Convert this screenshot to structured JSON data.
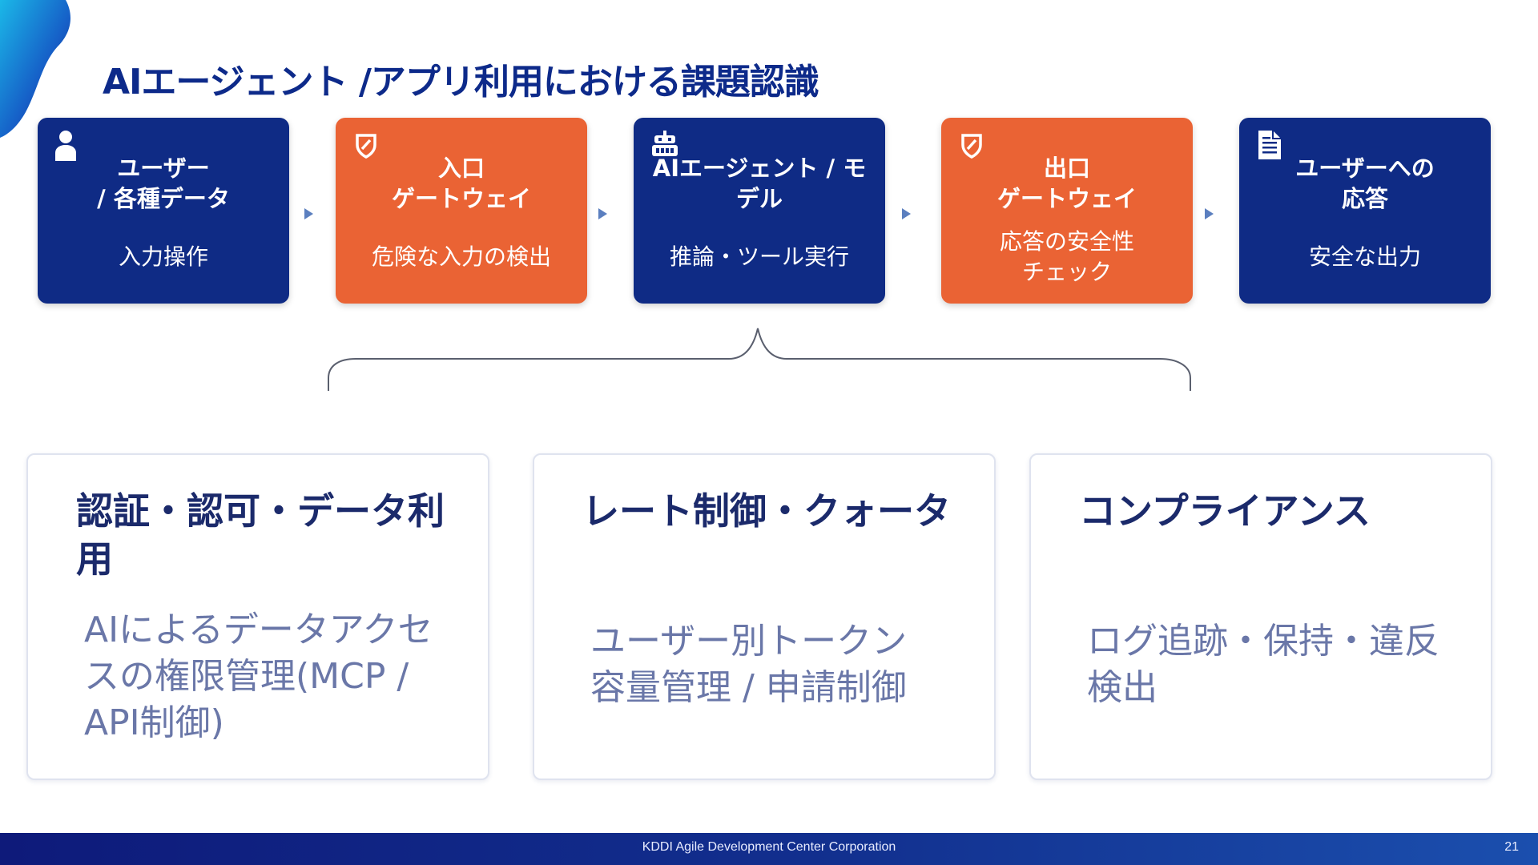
{
  "slide": {
    "title": "AIエージェント /アプリ利用における課題認識",
    "colors": {
      "navy": "#0f2b85",
      "orange": "#ea6334",
      "title": "#0d2a8a",
      "card_title": "#1b2a6b",
      "card_text": "#6a77a8"
    }
  },
  "flow": [
    {
      "icon": "user-icon",
      "title": "ユーザー\n/ 各種データ",
      "description": "入力操作",
      "color": "blue"
    },
    {
      "icon": "shield-icon",
      "title": "入口\nゲートウェイ",
      "description": "危険な入力の検出",
      "color": "orange"
    },
    {
      "icon": "robot-icon",
      "title": "AIエージェント / モ\nデル",
      "description": "推論・ツール実行",
      "color": "blue"
    },
    {
      "icon": "shield-icon",
      "title": "出口\nゲートウェイ",
      "description": "応答の安全性\nチェック",
      "color": "orange"
    },
    {
      "icon": "document-icon",
      "title": "ユーザーへの\n応答",
      "description": "安全な出力",
      "color": "blue"
    }
  ],
  "challenges": [
    {
      "title": "認証・認可・データ利用",
      "description": "AIによるデータアクセ\nスの権限管理(MCP /\nAPI制御)"
    },
    {
      "title": "レート制御・クォータ",
      "description": "ユーザー別トークン\n容量管理 / 申請制御"
    },
    {
      "title": "コンプライアンス",
      "description": "ログ追跡・保持・違反\n検出"
    }
  ],
  "footer": {
    "company": "KDDI Agile Development Center Corporation",
    "page_number": "21"
  }
}
